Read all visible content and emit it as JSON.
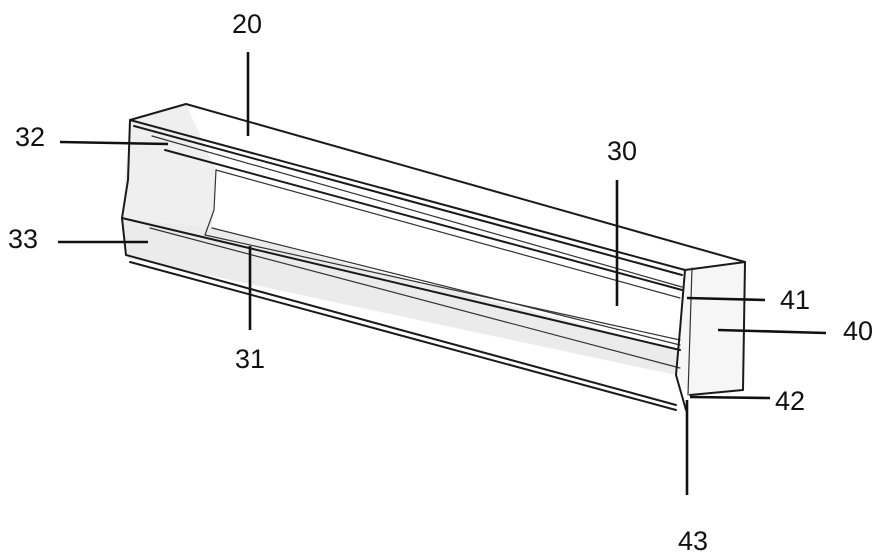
{
  "labels": {
    "l20": "20",
    "l32": "32",
    "l30": "30",
    "l33": "33",
    "l31": "31",
    "l41": "41",
    "l40": "40",
    "l42": "42",
    "l43": "43"
  },
  "colors": {
    "line": "#1a1a1a",
    "face_light": "#f4f4f4",
    "face_shade": "#e6e6e6",
    "background": "#ffffff"
  }
}
